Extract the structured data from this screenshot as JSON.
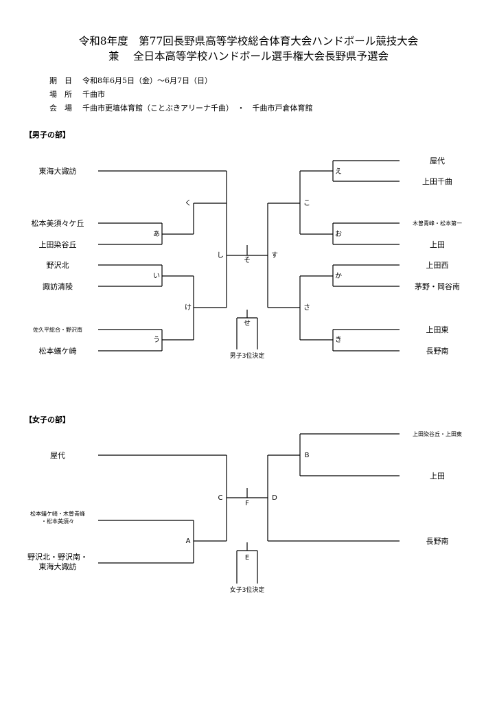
{
  "header": {
    "title_line1": "令和8年度　第77回長野県高等学校総合体育大会ハンドボール競技大会",
    "title_line2": "兼　 全日本高等学校ハンドボール選手権大会長野県予選会",
    "info": [
      {
        "label": "期　日",
        "value": "令和8年6月5日（金）～6月7日（日）"
      },
      {
        "label": "場　所",
        "value": "千曲市"
      },
      {
        "label": "会　場",
        "value": "千曲市更埴体育館（ことぶきアリーナ千曲）　・　千曲市戸倉体育館"
      }
    ]
  },
  "boys": {
    "section_title": "【男子の部】",
    "teams_left": [
      "東海大諏訪",
      "松本美須々ケ丘",
      "上田染谷丘",
      "野沢北",
      "諏訪清陵",
      "佐久平総合・野沢南",
      "松本蟻ケ崎"
    ],
    "teams_right": [
      "屋代",
      "上田千曲",
      "木曽青峰・松本第一",
      "上田",
      "上田西",
      "茅野・岡谷南",
      "上田東",
      "長野南"
    ],
    "match_labels": {
      "a": "あ",
      "i": "い",
      "u": "う",
      "e": "え",
      "o": "お",
      "ka": "か",
      "ki": "き",
      "ku": "く",
      "ke": "け",
      "ko": "こ",
      "sa": "さ",
      "shi": "し",
      "su": "す",
      "se": "せ",
      "so": "そ"
    },
    "third_place": "男子3位決定"
  },
  "girls": {
    "section_title": "【女子の部】",
    "teams_left": [
      "屋代",
      "松本蟻ケ崎・木曽青峰",
      "・松本美須々",
      "野沢北・野沢南・",
      "東海大諏訪"
    ],
    "teams_right": [
      "上田染谷丘・上田東",
      "上田",
      "長野南"
    ],
    "match_labels": {
      "A": "A",
      "B": "B",
      "C": "C",
      "D": "D",
      "E": "E",
      "F": "F"
    },
    "third_place": "女子3位決定"
  }
}
